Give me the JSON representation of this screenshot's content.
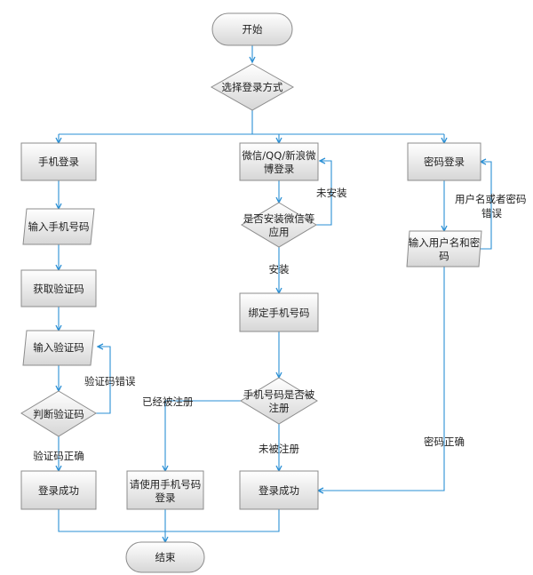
{
  "nodes": {
    "start": "开始",
    "choose": "选择登录方式",
    "phone_login": "手机登录",
    "input_phone": "输入手机号码",
    "get_code": "获取验证码",
    "input_code": "输入验证码",
    "check_code": "判断验证码",
    "login_ok_left": "登录成功",
    "wechat_line1": "微信/QQ/新浪微",
    "wechat_line2": "博登录",
    "installed_line1": "是否安装微信等",
    "installed_line2": "应用",
    "bind_phone": "绑定手机号码",
    "registered_line1": "手机号码是否被",
    "registered_line2": "注册",
    "use_phone_line1": "请使用手机号码",
    "use_phone_line2": "登录",
    "login_ok_mid": "登录成功",
    "pwd_login": "密码登录",
    "input_user_line1": "输入用户名和密",
    "input_user_line2": "码",
    "end": "结束"
  },
  "labels": {
    "code_wrong": "验证码错误",
    "code_ok": "验证码正确",
    "not_installed": "未安装",
    "installed": "安装",
    "already_registered": "已经被注册",
    "not_registered": "未被注册",
    "user_pwd_wrong_line1": "用户名或者密码",
    "user_pwd_wrong_line2": "错误",
    "pwd_ok": "密码正确"
  },
  "colors": {
    "node_fill_top": "#ffffff",
    "node_fill_bottom": "#d9d9d9",
    "node_stroke": "#8c8c8c",
    "arrow": "#2a8fd4"
  }
}
